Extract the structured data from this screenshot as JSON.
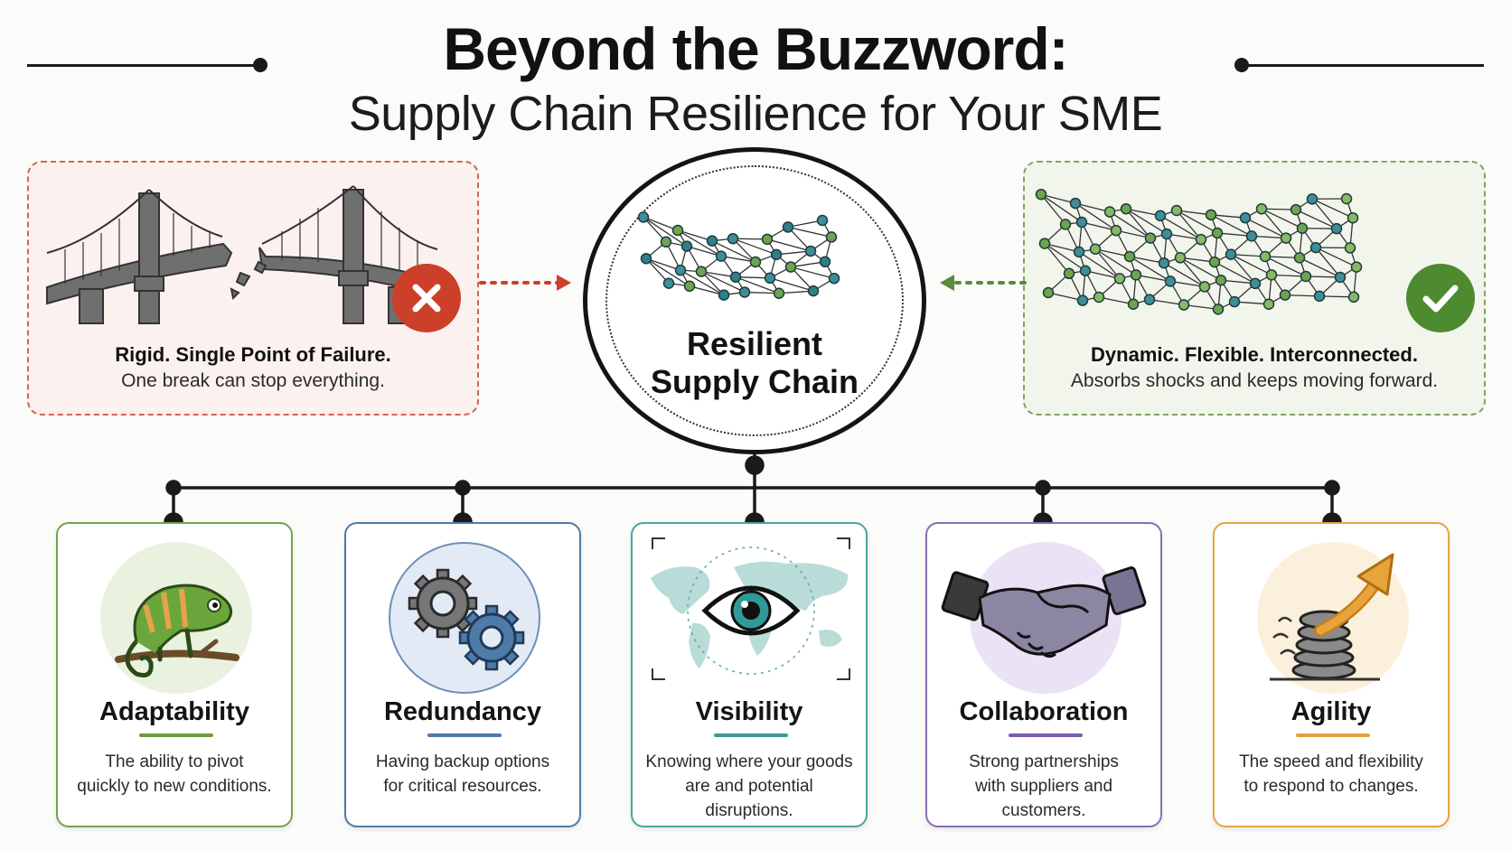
{
  "header": {
    "title": "Beyond the Buzzword:",
    "subtitle": "Supply Chain Resilience for Your SME"
  },
  "rigid": {
    "heading": "Rigid. Single Point of Failure.",
    "body": "One break can stop everything."
  },
  "dynamic": {
    "heading": "Dynamic. Flexible. Interconnected.",
    "body": "Absorbs shocks and keeps moving forward."
  },
  "hub": {
    "line1": "Resilient",
    "line2": "Supply Chain"
  },
  "pillars": [
    {
      "title": "Adaptability",
      "desc_line1": "The ability to pivot",
      "desc_line2": "quickly to new conditions.",
      "icon": "chameleon-icon"
    },
    {
      "title": "Redundancy",
      "desc_line1": "Having backup options",
      "desc_line2": "for critical resources.",
      "icon": "gears-icon"
    },
    {
      "title": "Visibility",
      "desc_line1": "Knowing where your goods",
      "desc_line2": "are and potential disruptions.",
      "icon": "eye-world-map-icon"
    },
    {
      "title": "Collaboration",
      "desc_line1": "Strong partnerships",
      "desc_line2": "with suppliers and customers.",
      "icon": "handshake-icon"
    },
    {
      "title": "Agility",
      "desc_line1": "The speed and flexibility",
      "desc_line2": "to respond to changes.",
      "icon": "spring-arrow-icon"
    }
  ],
  "colors": {
    "failure": "#cc3f28",
    "success": "#4e8a2f",
    "adaptability": "#76a250",
    "redundancy": "#4f7ba8",
    "visibility": "#4aa5a1",
    "collaboration": "#8a6db4",
    "agility": "#e1a647"
  }
}
